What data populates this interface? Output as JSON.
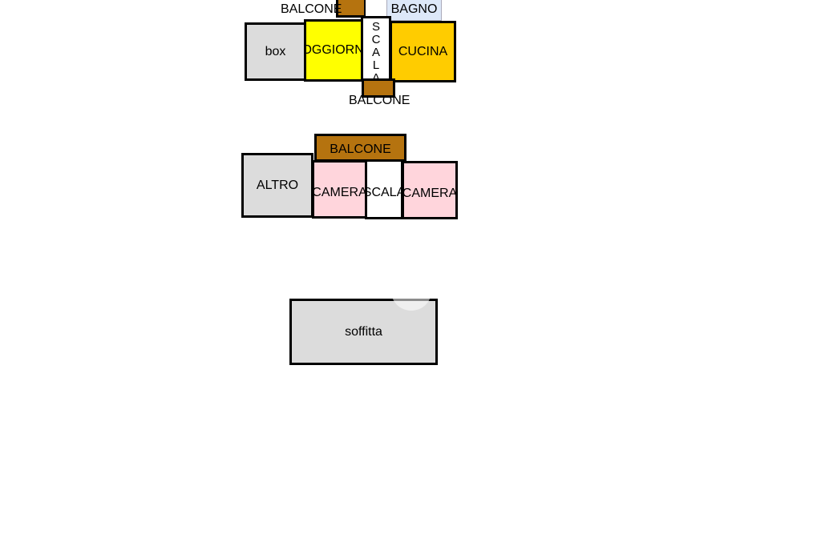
{
  "colors": {
    "balcony": "#b5730f",
    "box": "#dcdcdc",
    "living": "#ffff00",
    "kitchen": "#ffcc00",
    "bedroom": "#ffd5dc",
    "bath": "#dde8f8",
    "stairs": "#ffffff"
  },
  "floor1": {
    "balcone_top": "BALCONE",
    "bagno": "BAGNO",
    "box": "box",
    "soggiorno": "SOGGIORNO",
    "scala_letters": [
      "S",
      "C",
      "A",
      "L",
      "A"
    ],
    "cucina": "CUCINA",
    "balcone_bottom": "BALCONE"
  },
  "floor2": {
    "balcone": "BALCONE",
    "altro": "ALTRO",
    "camera_left": "CAMERA",
    "scala": "SCALA",
    "camera_right": "CAMERA"
  },
  "floor3": {
    "soffitta": "soffitta"
  }
}
